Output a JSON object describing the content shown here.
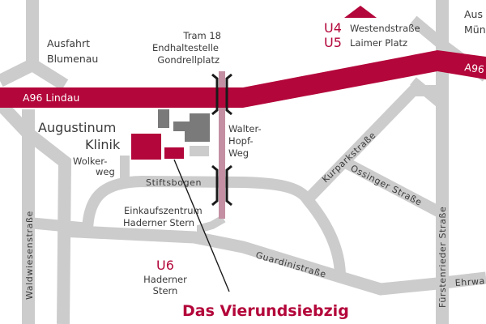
{
  "colors": {
    "highway": "#b3063a",
    "road": "#cccccc",
    "building_main": "#b3063a",
    "building_dark": "#7a7a7a",
    "building_light": "#cccccc",
    "tram": "#c48fa2",
    "text": "#3a3a3a",
    "background": "#ffffff"
  },
  "highway": {
    "left_label": "A96  Lindau",
    "right_label": "A96"
  },
  "places": {
    "ausfahrt_blumenau": [
      "Ausfahrt",
      "Blumenau"
    ],
    "ausfahrt_muenchen": [
      "Aus",
      "Mün"
    ],
    "augustinum_klinik": [
      "Augustinum",
      "Klinik"
    ],
    "wolkerweg": [
      "Wolker-",
      "weg"
    ],
    "tram": [
      "Tram 18",
      "Endhaltestelle",
      "Gondrellplatz"
    ],
    "walter_hopf_weg": [
      "Walter-",
      "Hopf-",
      "Weg"
    ],
    "einkaufszentrum": [
      "Einkaufszentrum",
      "Haderner Stern"
    ],
    "u6_station": [
      "Haderner",
      "Stern"
    ]
  },
  "ubahn": {
    "u4": {
      "line": "U4",
      "station": "Westendstraße"
    },
    "u5": {
      "line": "U5",
      "station": "Laimer Platz"
    },
    "u6": {
      "line": "U6"
    }
  },
  "streets": {
    "stiftsbogen": "Stiftsbogen",
    "waldwiesenstrasse": "Waldwiesenstraße",
    "kurparkstrasse": "Kurparkstraße",
    "ossinger_strasse": "Ossinger Straße",
    "fuerstenrieder_strasse": "Fürstenrieder Straße",
    "guardinistrasse": "Guardinistraße",
    "ehrwalder": "Ehrwa"
  },
  "destination": {
    "title": "Das Vierundsiebzig"
  },
  "icons": {
    "north_arrow": "triangle-up"
  }
}
